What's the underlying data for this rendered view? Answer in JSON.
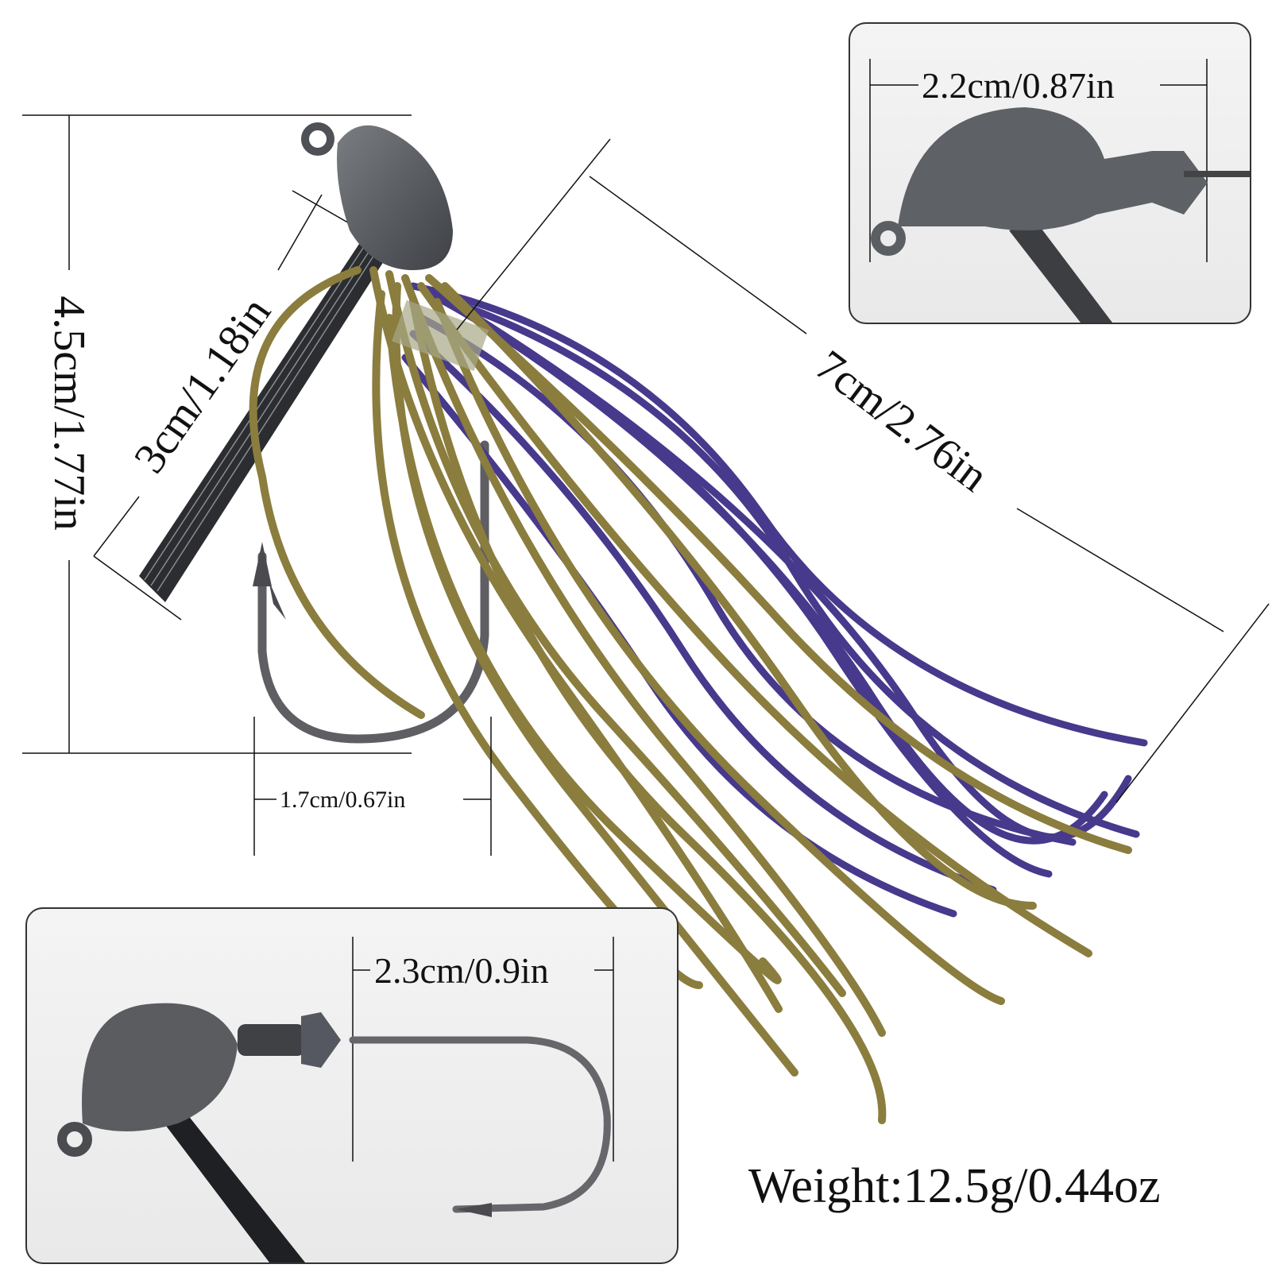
{
  "product": {
    "name": "Fishing jig with silicone skirt, weed guard and hook",
    "colors": {
      "head": "#5b5e63",
      "skirt_olive": "#8a7d3e",
      "skirt_purple": "#47398c",
      "weedguard": "#2b2d30",
      "hook": "#6a6a6e",
      "annotation": "#111111"
    }
  },
  "dimensions": {
    "height": "4.5cm/1.77in",
    "weedguard_length": "3cm/1.18in",
    "skirt_length": "7cm/2.76in",
    "hook_gap": "1.7cm/0.67in"
  },
  "insets": {
    "top_right": {
      "label": "2.2cm/0.87in",
      "description": "jig head length"
    },
    "bottom_left": {
      "label": "2.3cm/0.9in",
      "description": "hook shank length"
    }
  },
  "weight": "Weight:12.5g/0.44oz"
}
